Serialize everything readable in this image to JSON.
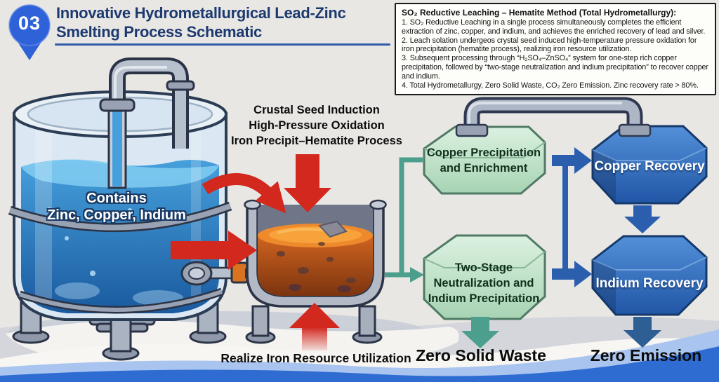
{
  "header": {
    "badge": "03",
    "title_line1": "Innovative Hydrometallurgical Lead-Zinc",
    "title_line2": "Smelting Process Schematic"
  },
  "info_box": {
    "title": "SO₂ Reductive Leaching – Hematite Method (Total Hydrometallurgy):",
    "items": [
      "1. SO₂ Reductive Leaching in a single process simultaneously completes the efficient extraction of zinc, copper, and indium, and achieves the enriched recovery of lead and silver.",
      "2. Leach solation undergeos crystal seed induced high-temperature pressure oxidation for iron precipitation (hematite process), realizing iron resource utilization.",
      "3. Subsequent processing through “H₂SO₄–ZnSO₄” system for one-step rich copper precipitation, followed by “two-stage neutralization and indium precipitation” to recover copper and indium.",
      "4. Total Hydrometallurgy, Zero Solid Waste, CO₂ Zero Emission. Zinc recovery rate > 80%."
    ]
  },
  "tank": {
    "label_line1": "Contains",
    "label_line2": "Zinc, Copper, Indium"
  },
  "reactor": {
    "label_line1": "Crustal Seed Induction",
    "label_line2": "High-Pressure Oxidation",
    "label_line3": "Iron Precipit–Hematite Process",
    "bottom_label": "Realize Iron Resource Utilization"
  },
  "flowchart": {
    "copper_precipitation_line1": "Copper Precipitation",
    "copper_precipitation_line2": "and Enrichment",
    "copper_recovery": "Copper Recovery",
    "two_stage_line1": "Two-Stage",
    "two_stage_line2": "Neutralization and",
    "two_stage_line3": "Indium Precipitation",
    "indium_recovery": "Indium Recovery",
    "outcome_zero_solid_waste": "Zero Solid Waste",
    "outcome_zero_emission": "Zero Emission"
  },
  "colors": {
    "title_navy": "#1d3a70",
    "badge_blue": "#2f62d8",
    "red_arrow": "#d3281e",
    "teal_connector": "#4d9f8d",
    "green_box_fill": "#b9e0c3",
    "green_box_border": "#4f7a63",
    "blue_box_fill": "#2e68bd",
    "blue_arrow": "#2b5fae",
    "dark_blue_arrow": "#2d5f94",
    "wave_blue": "#2f6cd2",
    "wave_light_blue": "#a9c4ee"
  }
}
